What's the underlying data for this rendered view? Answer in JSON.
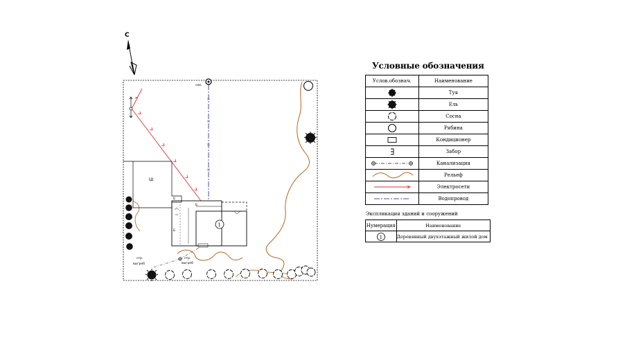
{
  "north_label": "С",
  "plan": {
    "labels": {
      "ksh": "скв.",
      "sheet": "Ш",
      "building_number": "1",
      "outlet_left_line1": "стр.",
      "outlet_left_line2": "выгреб",
      "outlet_right_line1": "стр.",
      "outlet_right_line2": "выгреб",
      "side_mark_1": "Б",
      "side_mark_2": "Б",
      "side_mark_3": "Б"
    }
  },
  "legend": {
    "title": "Условные обозначения",
    "header": {
      "symbol": "Услов.обознач.",
      "name": "Наименование"
    },
    "rows": [
      {
        "icon": "thuja-icon",
        "name": "Туя"
      },
      {
        "icon": "spruce-icon",
        "name": "Ель"
      },
      {
        "icon": "pine-icon",
        "name": "Сосна"
      },
      {
        "icon": "rowan-icon",
        "name": "Рябина"
      },
      {
        "icon": "air-conditioner-icon",
        "name": "Кондиционер"
      },
      {
        "icon": "fence-icon",
        "name": "Забор"
      },
      {
        "icon": "sewer-line-icon",
        "name": "Канализация"
      },
      {
        "icon": "relief-line-icon",
        "name": "Рельеф"
      },
      {
        "icon": "power-line-icon",
        "name": "Электросети"
      },
      {
        "icon": "water-line-icon",
        "name": "Водопровод"
      }
    ]
  },
  "explication": {
    "title": "Экспликация зданий и сооружений",
    "header": {
      "number": "Нумерация",
      "name": "Наименование"
    },
    "rows": [
      {
        "number": "1",
        "name": "Деревянный двухэтажный жилой дом"
      }
    ]
  },
  "colors": {
    "relief": "#b5651d",
    "power": "#e03030",
    "water": "#4a4ab0",
    "ink": "#000000"
  }
}
